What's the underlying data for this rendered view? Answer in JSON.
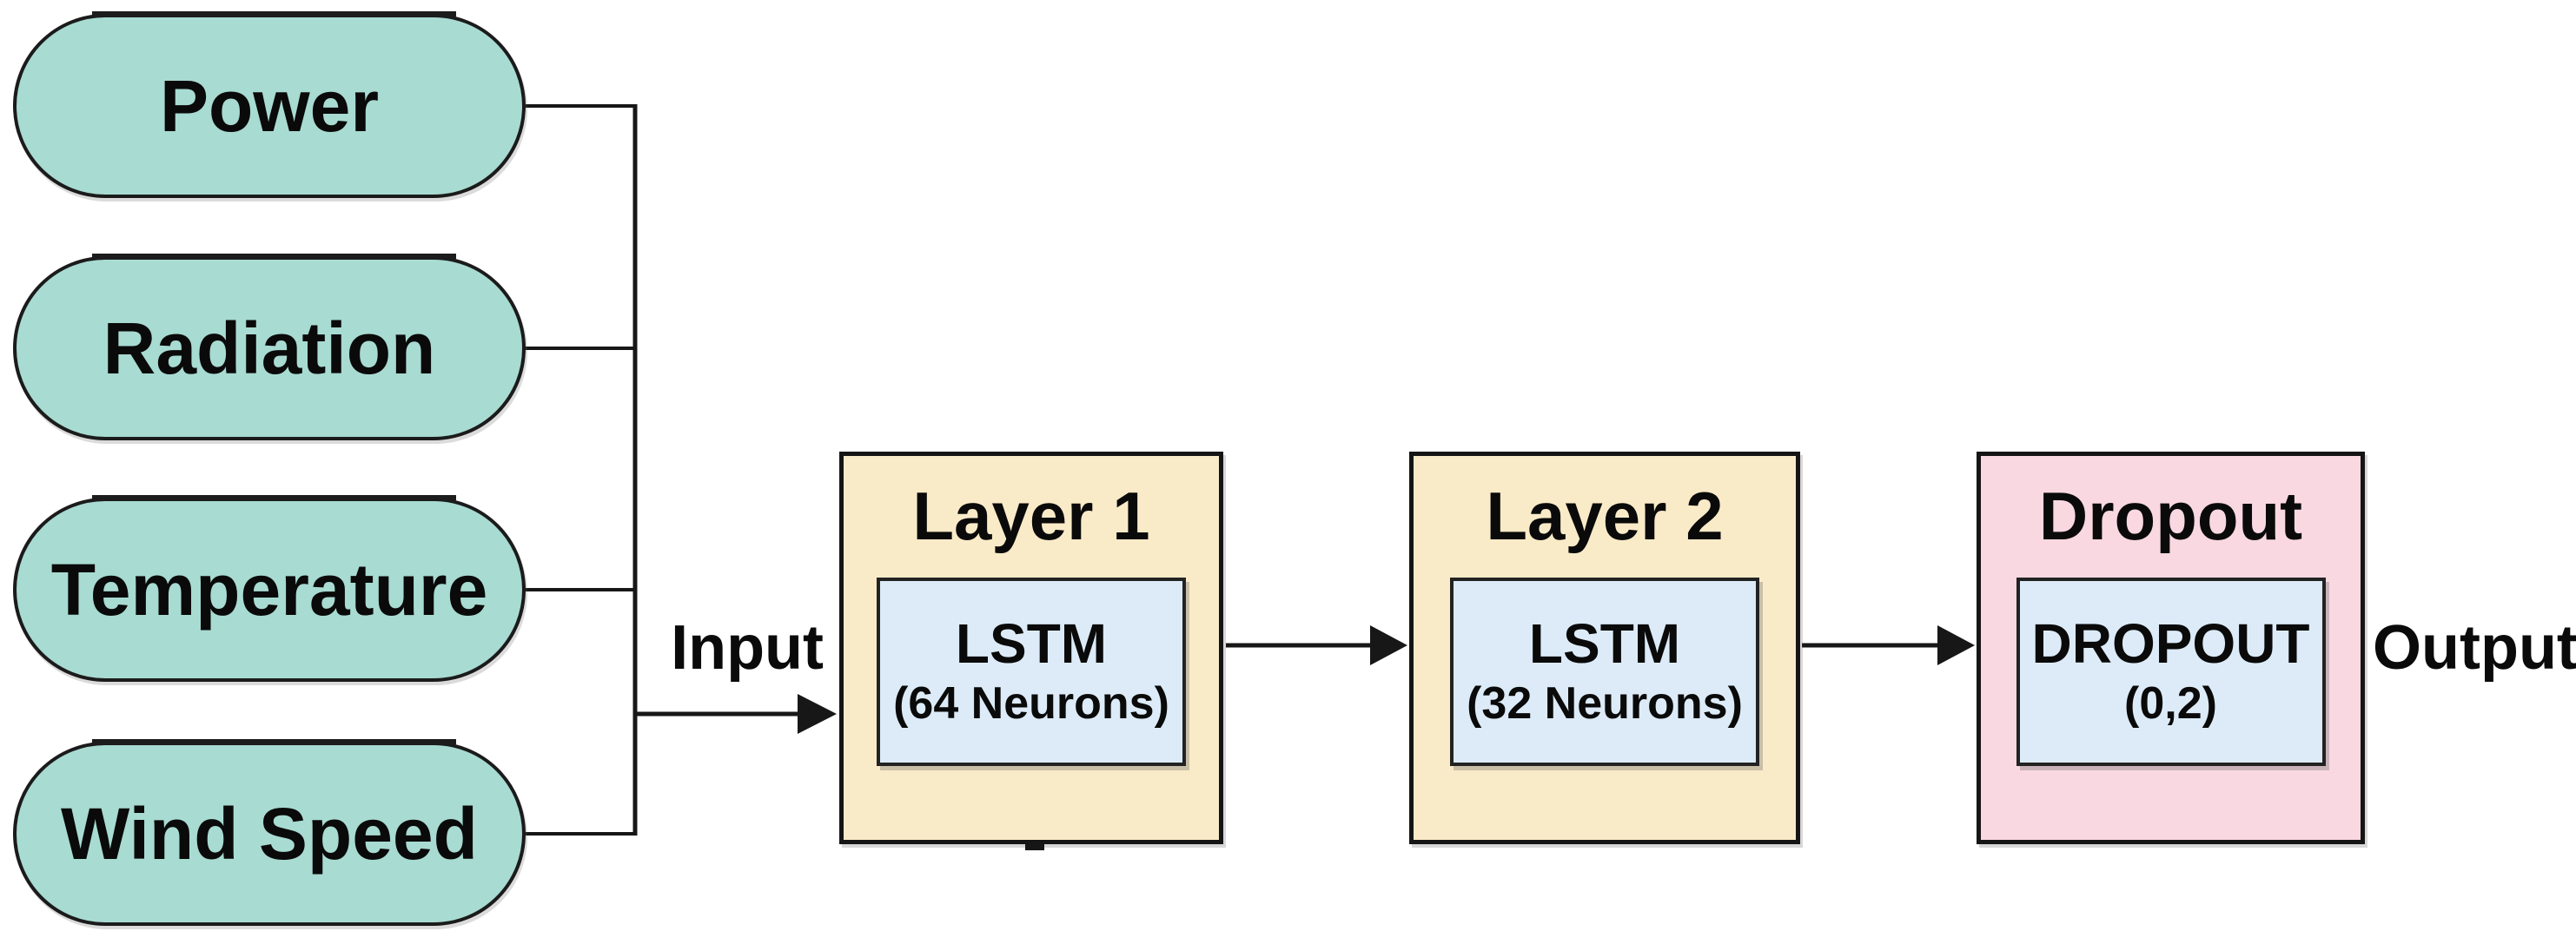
{
  "colors": {
    "background": "#ffffff",
    "pill": "#a8dbd2",
    "layer": "#faebc8",
    "dropout": "#f9d8e2",
    "inner": "#dcebf7",
    "line": "#171717"
  },
  "diagram": {
    "inputs": [
      {
        "label": "Power"
      },
      {
        "label": "Radiation"
      },
      {
        "label": "Temperature"
      },
      {
        "label": "Wind Speed"
      }
    ],
    "input_label": "Input",
    "output_label": "Output",
    "layers": [
      {
        "title": "Layer 1",
        "block": "LSTM",
        "detail": "(64 Neurons)"
      },
      {
        "title": "Layer 2",
        "block": "LSTM",
        "detail": "(32 Neurons)"
      },
      {
        "title": "Dropout",
        "block": "DROPOUT",
        "detail": "(0,2)"
      }
    ]
  }
}
